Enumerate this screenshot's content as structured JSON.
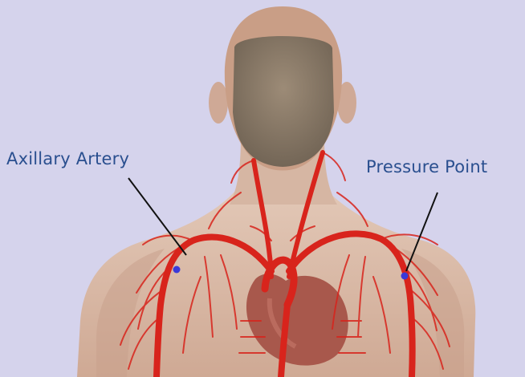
{
  "labels": {
    "left": "Axillary Artery",
    "right": "Pressure Point"
  },
  "colors": {
    "background": "#d5d3ec",
    "label_text": "#2a4f8f",
    "skin": "#dcbfae",
    "skin_shade": "#c49f8c",
    "face": "#8a7a68",
    "artery": "#d8241c",
    "heart": "#a8584c",
    "pressure_marker": "#3a3ad8",
    "leader_line": "#111111"
  },
  "markers": {
    "left_icon": "pressure-point-dot",
    "right_icon": "pressure-point-dot"
  }
}
